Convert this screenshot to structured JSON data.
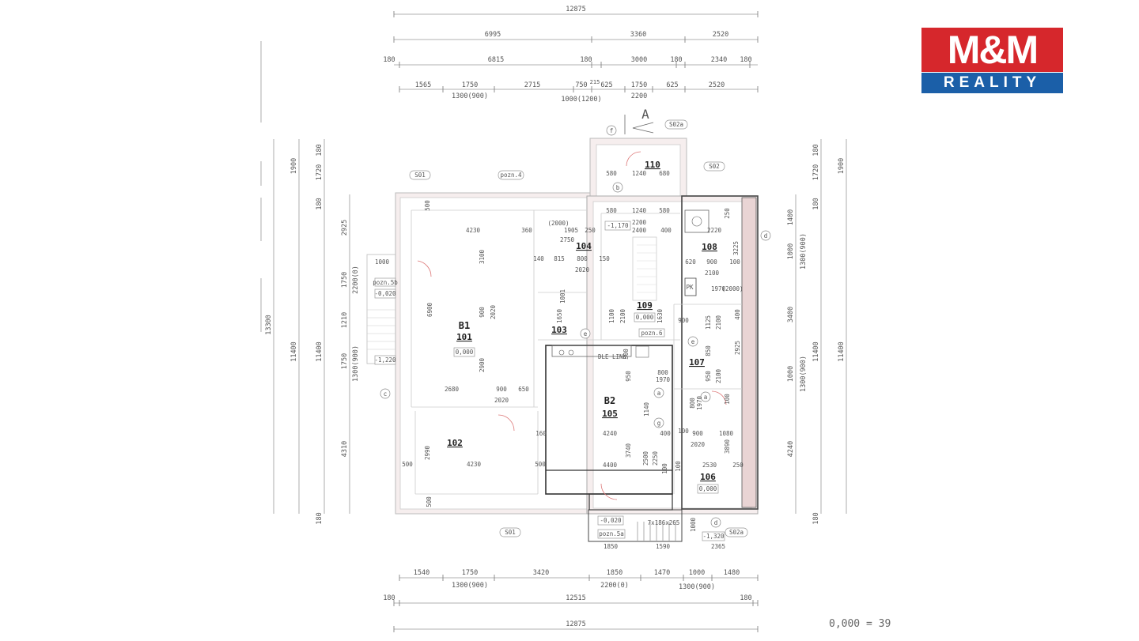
{
  "logo": {
    "top": "M&M",
    "bottom": "REALITY",
    "colors": {
      "red": "#d6272c",
      "blue": "#1b5fa8"
    }
  },
  "legend_text": "0,000 = 39",
  "section_mark": "A",
  "top_dims": {
    "row1": [
      "12875"
    ],
    "row2": [
      "6995",
      "3360",
      "2520"
    ],
    "row3": [
      "180",
      "6815",
      "180",
      "3000",
      "180",
      "2340",
      "180"
    ],
    "row4": [
      "1565",
      "1750",
      "2715",
      "750",
      "215",
      "625",
      "1750",
      "625",
      "2520"
    ],
    "row4_sub": [
      "1300(900)",
      "1000(1200)",
      "2200"
    ]
  },
  "bottom_dims": {
    "row1": [
      "1540",
      "1750",
      "3420",
      "1850",
      "1470",
      "1000",
      "1480"
    ],
    "row1_sub": [
      "1300(900)",
      "2200(0)",
      "1300(900)"
    ],
    "row2": [
      "180",
      "12515",
      "180"
    ],
    "row3": [
      "12875"
    ]
  },
  "left_dims": {
    "outer": [
      "13300"
    ],
    "mid": [
      "1900",
      "11400"
    ],
    "inner": [
      "180",
      "1720",
      "180",
      "2925",
      "1750",
      "1210",
      "1750",
      "4310",
      "180"
    ],
    "inner_sub": [
      "2200(0)",
      "1300(900)"
    ]
  },
  "right_dims": {
    "outer": [
      "1900",
      "11400"
    ],
    "inner": [
      "180",
      "1720",
      "180",
      "1400",
      "1000",
      "3400",
      "1000",
      "4240",
      "180"
    ],
    "inner_sub": [
      "1300(900)",
      "1300(900)"
    ]
  },
  "rooms": [
    {
      "name": "B1",
      "num": "101",
      "level": "0,000"
    },
    {
      "num": "102"
    },
    {
      "num": "103"
    },
    {
      "num": "104"
    },
    {
      "name": "B2",
      "num": "105"
    },
    {
      "num": "106",
      "level": "0,000"
    },
    {
      "num": "107"
    },
    {
      "num": "108"
    },
    {
      "num": "109",
      "level": "0,000"
    },
    {
      "num": "110"
    }
  ],
  "tags": {
    "s01_top": "S01",
    "s01_bottom": "S01",
    "pozn4": "pozn.4",
    "pozn5b": "pozn.5b",
    "pozn5a": "pozn.5a",
    "pozn6": "pozn.6",
    "s02": "S02",
    "s02a_top": "S02a",
    "s02a_bottom": "S02a",
    "dle_link": "DLE LINK",
    "pk": "PK",
    "stairs": "7x186x265"
  },
  "levels": {
    "entry_left": "-0,020",
    "lower_left": "-1,220",
    "stair_top": "-1,170",
    "entry_bottom": "-0,020",
    "lower_bottom": "-1,320"
  },
  "inner_dims": {
    "b1_width": "4230",
    "b1_360": "360",
    "b1_3100": "3100",
    "b1_6900": "6900",
    "b1_900": "900",
    "b1_2020": "2020",
    "b1_2900": "2900",
    "b1_2680": "2680",
    "b1_900b": "900",
    "b1_650": "650",
    "b1_2020b": "2020",
    "r102_2990": "2990",
    "r102_4230": "4230",
    "r102_500": "500",
    "r102_500b": "500",
    "r102_500c": "500",
    "r102_500d": "500",
    "r104_1905": "1905",
    "r104_2750": "2750",
    "r104_250": "250",
    "r104_800": "800",
    "r104_2020": "2020",
    "r104_815": "815",
    "r104_140": "140",
    "r104_150": "150",
    "r104_2000": "(2000)",
    "r103_1650": "1650",
    "r103_1001": "1001",
    "r109_580": "580",
    "r109_1240": "1240",
    "r109_580b": "580",
    "r109_2200": "2200",
    "r109_2400": "2400",
    "r109_400": "400",
    "r109_1100": "1100",
    "r109_2100": "2100",
    "r109_1630": "1630",
    "r110_580": "580",
    "r110_1240": "1240",
    "r110_680": "680",
    "r108_2220": "2220",
    "r108_620": "620",
    "r108_900": "900",
    "r108_100": "100",
    "r108_3225": "3225",
    "r108_2100": "2100",
    "r108_2000": "(2000)",
    "r108_250": "250",
    "r108_1970": "1970",
    "r107_900": "900",
    "r107_1125": "1125",
    "r107_2100": "2100",
    "r107_400": "400",
    "r107_850": "850",
    "r107_2925": "2925",
    "r107_950": "950",
    "r107_2100b": "2100",
    "r107_100": "100",
    "r105_950": "950",
    "r105_800": "800",
    "r105_1970": "1970",
    "r105_1140": "1140",
    "r105_4240": "4240",
    "r105_400": "400",
    "r105_160": "160",
    "r105_4400": "4400",
    "r105_3740": "3740",
    "r105_2500": "2500",
    "r105_2250": "2250",
    "r105_100": "100",
    "r105_500": "500",
    "r106_100": "100",
    "r106_900": "900",
    "r106_1080": "1080",
    "r106_2020": "2020",
    "r106_3890": "3890",
    "r106_2530": "2530",
    "r106_250": "250",
    "r106_800": "800",
    "r106_1970": "1970",
    "r106_100b": "100",
    "entry_1850": "1850",
    "entry_1590": "1590",
    "entry_2365": "2365",
    "entry_1000": "1000",
    "left_1000": "1000"
  },
  "grid_marks": {
    "a": "a",
    "b": "b",
    "c": "c",
    "d": "d",
    "d2": "d",
    "e": "e",
    "e2": "e",
    "f": "f",
    "g": "g",
    "a2": "a"
  }
}
